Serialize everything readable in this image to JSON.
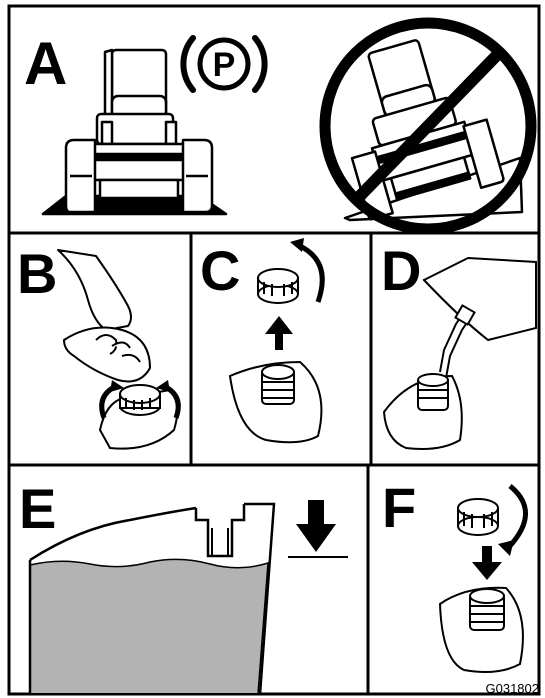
{
  "panels": {
    "a": {
      "letter": "A"
    },
    "b": {
      "letter": "B"
    },
    "c": {
      "letter": "C"
    },
    "d": {
      "letter": "D"
    },
    "e": {
      "letter": "E"
    },
    "f": {
      "letter": "F"
    }
  },
  "icons": {
    "parking_brake_symbol": "P"
  },
  "drawing_number": "G031802",
  "colors": {
    "line": "#000000",
    "background": "#ffffff",
    "fuel": "#b3b3b3",
    "prohibition": "#000000"
  }
}
